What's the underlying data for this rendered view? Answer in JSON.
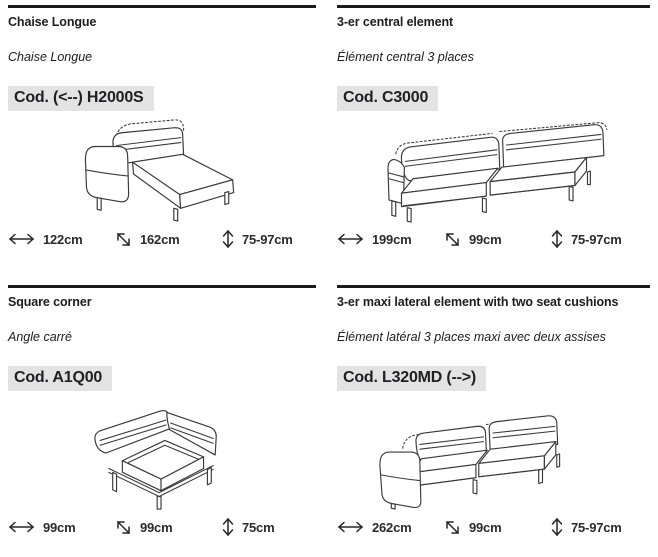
{
  "colors": {
    "code_background": "#e3e3e3",
    "rule": "#1a1a1c",
    "text": "#1d1d1f",
    "sketch_line": "#3a3a3a"
  },
  "icons": {
    "width": "horizontal-double-arrow",
    "depth": "diagonal-double-arrow",
    "height": "vertical-double-arrow"
  },
  "sections": [
    {
      "title_en": "Chaise Longue",
      "title_fr": "Chaise Longue",
      "code": "Cod. (<--) H2000S",
      "drawing": "chaise-longue-sketch",
      "dims": {
        "width": "122cm",
        "depth": "162cm",
        "height": "75-97cm"
      }
    },
    {
      "title_en": "3-er central element",
      "title_fr": "Élément central 3 places",
      "code": "Cod. C3000",
      "drawing": "central-element-sketch",
      "dims": {
        "width": "199cm",
        "depth": "99cm",
        "height": "75-97cm"
      }
    },
    {
      "title_en": "Square corner",
      "title_fr": "Angle carré",
      "code": "Cod. A1Q00",
      "drawing": "square-corner-sketch",
      "dims": {
        "width": "99cm",
        "depth": "99cm",
        "height": "75cm"
      }
    },
    {
      "title_en": "3-er maxi lateral element with two seat cushions",
      "title_fr": "Élément latéral 3 places maxi avec deux assises",
      "code": "Cod. L320MD (-->)",
      "drawing": "maxi-lateral-element-sketch",
      "dims": {
        "width": "262cm",
        "depth": "99cm",
        "height": "75-97cm"
      }
    }
  ]
}
